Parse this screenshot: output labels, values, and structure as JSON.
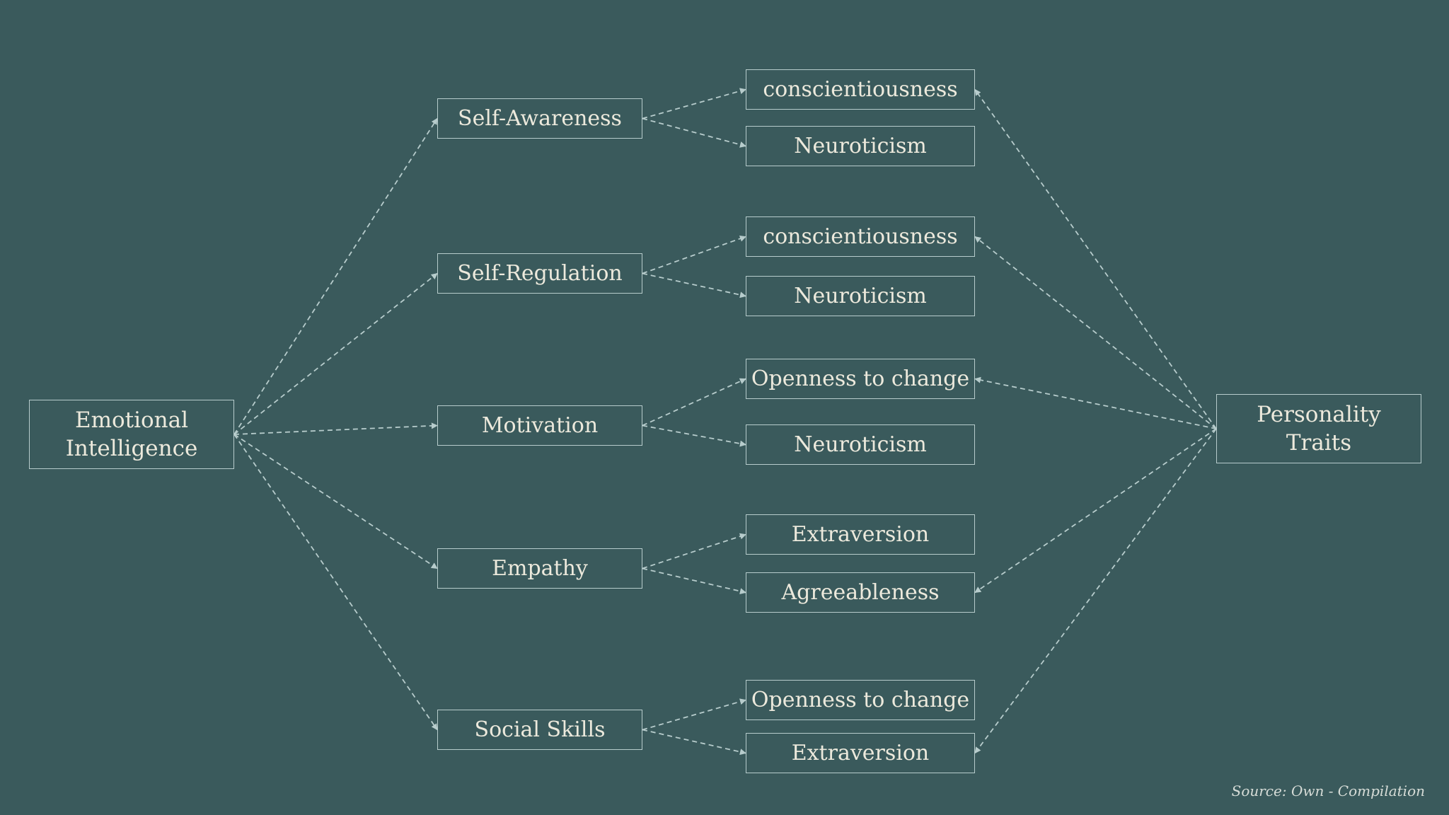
{
  "diagram": {
    "source_note": "Source: Own - Compilation",
    "root": {
      "line1": "Emotional",
      "line2": "Intelligence"
    },
    "target": {
      "line1": "Personality",
      "line2": "Traits"
    },
    "dimensions": [
      {
        "label": "Self-Awareness",
        "traits": [
          "conscientiousness",
          "Neuroticism"
        ]
      },
      {
        "label": "Self-Regulation",
        "traits": [
          "conscientiousness",
          "Neuroticism"
        ]
      },
      {
        "label": "Motivation",
        "traits": [
          "Openness to change",
          "Neuroticism"
        ]
      },
      {
        "label": "Empathy",
        "traits": [
          "Extraversion",
          "Agreeableness"
        ]
      },
      {
        "label": "Social Skills",
        "traits": [
          "Openness to change",
          "Extraversion"
        ]
      }
    ],
    "colors": {
      "background": "#3a5a5c",
      "line": "#b7cccc",
      "text": "#ece9dc"
    }
  }
}
